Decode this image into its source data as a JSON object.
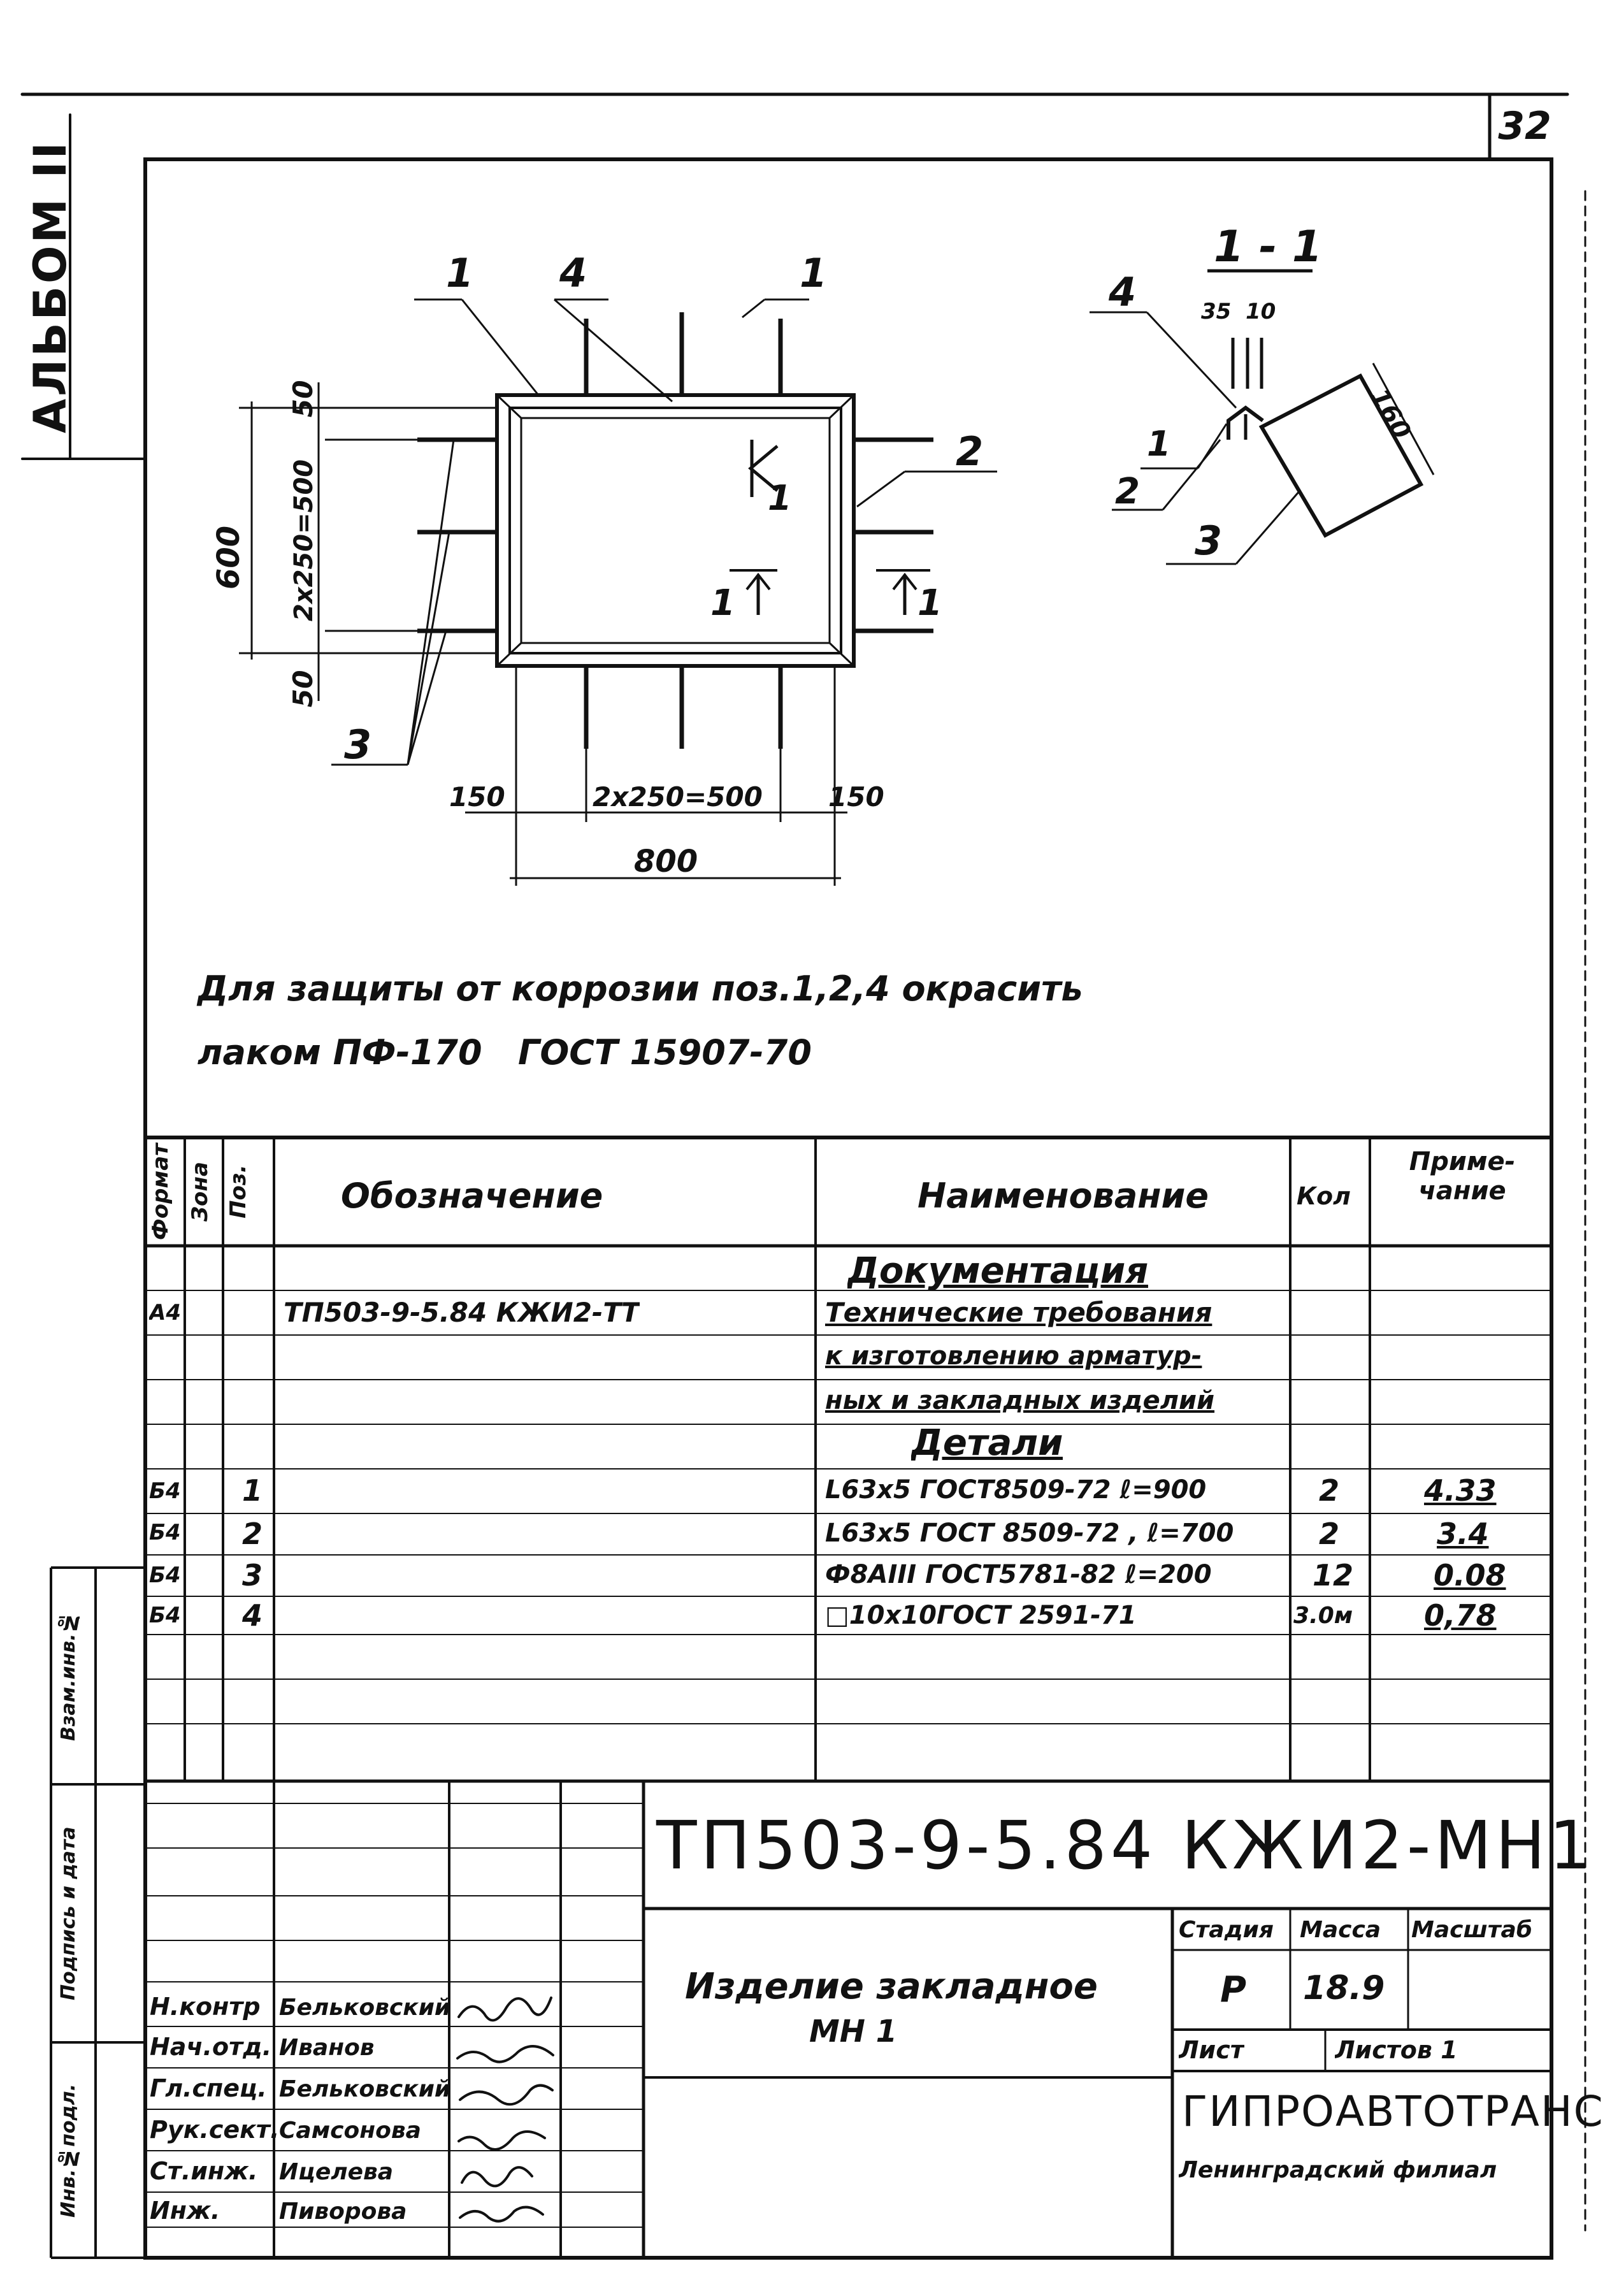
{
  "album_label": "АЛЬБОМ II",
  "sheet_number": "32",
  "drawing": {
    "plan_callouts": [
      "1",
      "4",
      "2",
      "3"
    ],
    "section_mark": "1",
    "dims_vertical": [
      "50",
      "2x250=500",
      "50",
      "600"
    ],
    "dims_horizontal": [
      "150",
      "2x250=500",
      "150",
      "800"
    ],
    "section_title": "1 - 1",
    "section_callouts": [
      "4",
      "1",
      "2",
      "3"
    ],
    "section_dims": [
      "35",
      "10",
      "160"
    ]
  },
  "note_line1": "Для защиты от коррозии поз.1,2,4 окрасить",
  "note_line2": "лаком ПФ-170   ГОСТ 15907-70",
  "spec": {
    "headers": {
      "format": "Формат",
      "zone": "Зона",
      "pos": "Поз.",
      "designation": "Обозначение",
      "name": "Наименование",
      "qty": "Кол",
      "note": "Приме-чание"
    },
    "rows": [
      {
        "format": "",
        "zone": "",
        "pos": "",
        "designation": "",
        "name": "Документация",
        "qty": "",
        "note": "",
        "heading": true
      },
      {
        "format": "А4",
        "zone": "",
        "pos": "",
        "designation": "ТП503-9-5.84 КЖИ2-ТТ",
        "name": "Технические требования",
        "qty": "",
        "note": ""
      },
      {
        "format": "",
        "zone": "",
        "pos": "",
        "designation": "",
        "name": "к изготовлению арматур-",
        "qty": "",
        "note": ""
      },
      {
        "format": "",
        "zone": "",
        "pos": "",
        "designation": "",
        "name": "ных и закладных изделий",
        "qty": "",
        "note": ""
      },
      {
        "format": "",
        "zone": "",
        "pos": "",
        "designation": "",
        "name": "Детали",
        "qty": "",
        "note": "",
        "heading": true
      },
      {
        "format": "Б4",
        "zone": "",
        "pos": "1",
        "designation": "",
        "name": "L63x5 ГОСТ8509-72 ℓ=900",
        "qty": "2",
        "note": "4.33"
      },
      {
        "format": "Б4",
        "zone": "",
        "pos": "2",
        "designation": "",
        "name": "L63x5 ГОСТ 8509-72 , ℓ=700",
        "qty": "2",
        "note": "3.4"
      },
      {
        "format": "Б4",
        "zone": "",
        "pos": "3",
        "designation": "",
        "name": "Ф8АIII ГОСТ5781-82 ℓ=200",
        "qty": "12",
        "note": "0.08"
      },
      {
        "format": "Б4",
        "zone": "",
        "pos": "4",
        "designation": "",
        "name": "□10x10ГОСТ 2591-71",
        "qty": "3.0м",
        "note": "0,78"
      }
    ]
  },
  "left_strip": [
    "Инв.№подл.",
    "Подпись и дата",
    "Взам.инв.№"
  ],
  "stamp": {
    "code": "ТП503-9-5.84 КЖИ2-МН1",
    "title_line1": "Изделие закладное",
    "title_line2": "МН 1",
    "stage_label": "Стадия",
    "mass_label": "Масса",
    "scale_label": "Масштаб",
    "stage": "Р",
    "mass": "18.9",
    "scale": "",
    "sheet_label": "Лист",
    "sheets_label": "Листов 1",
    "org": "ГИПРОАВТОТРАНС",
    "org_sub": "Ленинградский филиал",
    "signatures": [
      {
        "role": "Н.контр",
        "name": "Бельковский"
      },
      {
        "role": "Нач.отд.",
        "name": "Иванов"
      },
      {
        "role": "Гл.спец.",
        "name": "Бельковский"
      },
      {
        "role": "Рук.сект.",
        "name": "Самсонова"
      },
      {
        "role": "Ст.инж.",
        "name": "Ицелева"
      },
      {
        "role": "Инж.",
        "name": "Пиворова"
      }
    ]
  }
}
